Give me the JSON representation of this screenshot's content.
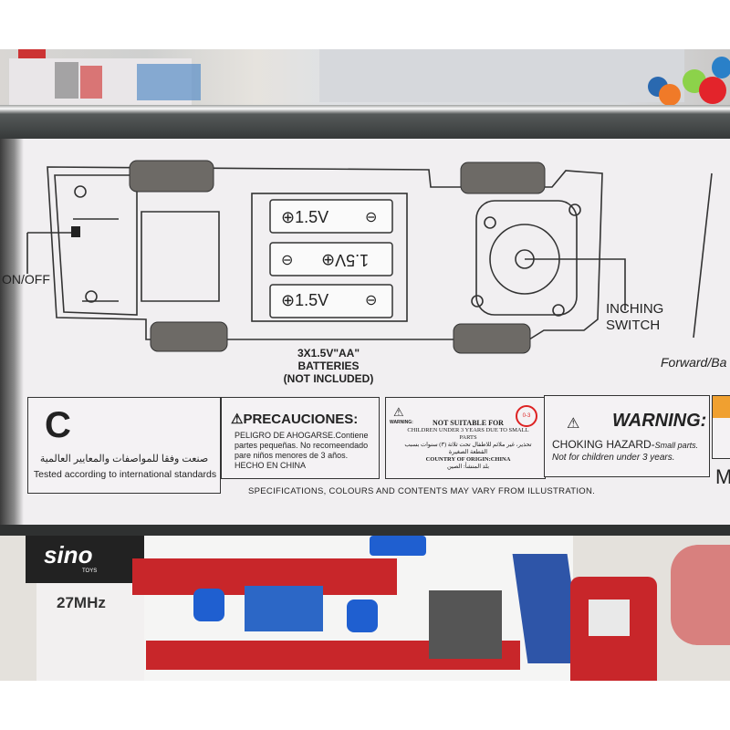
{
  "diagram": {
    "battery_voltage": "1.5V",
    "on_off_label": "ON/OFF",
    "inching_switch_label": [
      "INCHING",
      "SWITCH"
    ],
    "forward_label": "Forward/Ba",
    "battery_spec": "3X1.5V\"AA\"",
    "battery_word": "BATTERIES",
    "battery_note": "(NOT INCLUDED)"
  },
  "notices": {
    "standards": {
      "arabic": "صنعت وفقا للمواصفات والمعايير العالمية",
      "english": "Tested according to international standards"
    },
    "precauciones": {
      "title": "PRECAUCIONES:",
      "lines": [
        "PELIGRO DE AHOGARSE.Contiene",
        "partes pequeñas. No recomeendado",
        "pare niños menores de 3 años.",
        "HECHO EN CHINA"
      ]
    },
    "not_suitable": {
      "warning_small": "WARNING:",
      "title": "NOT SUITABLE FOR",
      "lines": [
        "CHILDREN UNDER 3 YEARS DUE TO SMALL",
        "PARTS"
      ],
      "arabic_1": "تحذير، غير ملائم للاطفال تحت ثلاثة (٣) سنوات بسبب",
      "arabic_2": "القطعة الصغيرة",
      "origin": "COUNTRY OF ORIGIN:CHINA",
      "origin_arabic": "بلد المنشأ: الصين",
      "age_badge": "0-3"
    },
    "warning": {
      "title": "WARNING:",
      "line1_bold": "CHOKING HAZARD-",
      "line1_rest": "Small parts.",
      "line2": "Not for children under 3 years."
    },
    "partial_right": "M",
    "disclaimer": "SPECIFICATIONS, COLOURS AND CONTENTS MAY VARY FROM ILLUSTRATION."
  },
  "lower_box": {
    "brand": "sino",
    "brand_sub": "TOYS",
    "frequency": "27MHz"
  },
  "colors": {
    "ambulance_red": "#c8262a",
    "light_blue": "#1f5fd0",
    "warning_orange": "#f0a030"
  }
}
